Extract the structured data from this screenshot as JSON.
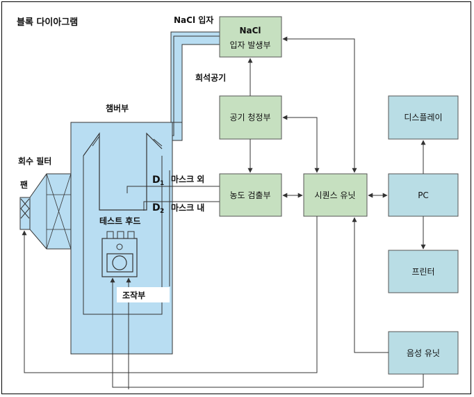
{
  "title": "블록 다이아그램",
  "labels": {
    "nacl_particle": "NaCl 입자",
    "dilution_air": "희석공기",
    "chamber": "챔버부",
    "recovery_filter": "회수 필터",
    "fan": "팬",
    "d1": "D",
    "d1_sub": "1",
    "mask_outside": "마스크 외",
    "d2": "D",
    "d2_sub": "2",
    "mask_inside": "마스크 내",
    "test_hood": "테스트 후드",
    "operation": "조작부"
  },
  "boxes": {
    "nacl_generator_line1": "NaCl",
    "nacl_generator_line2": "입자 발생부",
    "air_cleaner": "공기 청정부",
    "concentration_detector": "농도 검출부",
    "sequence_unit": "시퀀스 유닛",
    "display": "디스플레이",
    "pc": "PC",
    "printer": "프린터",
    "audio_unit": "음성 유닛"
  },
  "colors": {
    "green_box": "#c6e0c0",
    "blue_box": "#b9dde5",
    "chamber_fill": "#b8ddf2",
    "line": "#333333"
  }
}
